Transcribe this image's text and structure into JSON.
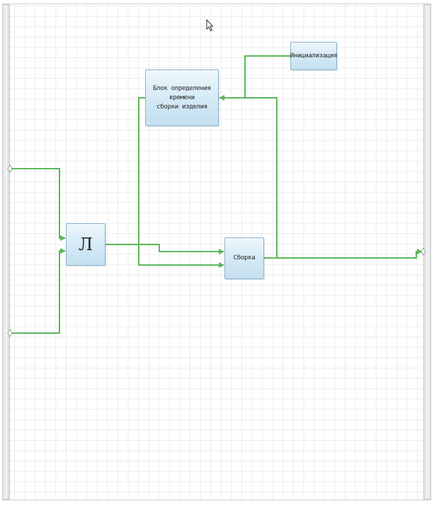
{
  "diagram": {
    "blocks": {
      "init": {
        "label": "Инициализация"
      },
      "time_block": {
        "label_line1": "Блок определения времени",
        "label_line2": "сборки изделия"
      },
      "l_block": {
        "label": "Л"
      },
      "assembly": {
        "label": "Сборка"
      }
    }
  },
  "colors": {
    "wire": "#5cb85c",
    "block_border": "#8bb4cc",
    "block_fill": "#d3e9f5",
    "grid": "#ececec"
  },
  "icons": [
    "mouse-cursor-icon",
    "arrowhead-icon",
    "port-diamond-icon"
  ]
}
